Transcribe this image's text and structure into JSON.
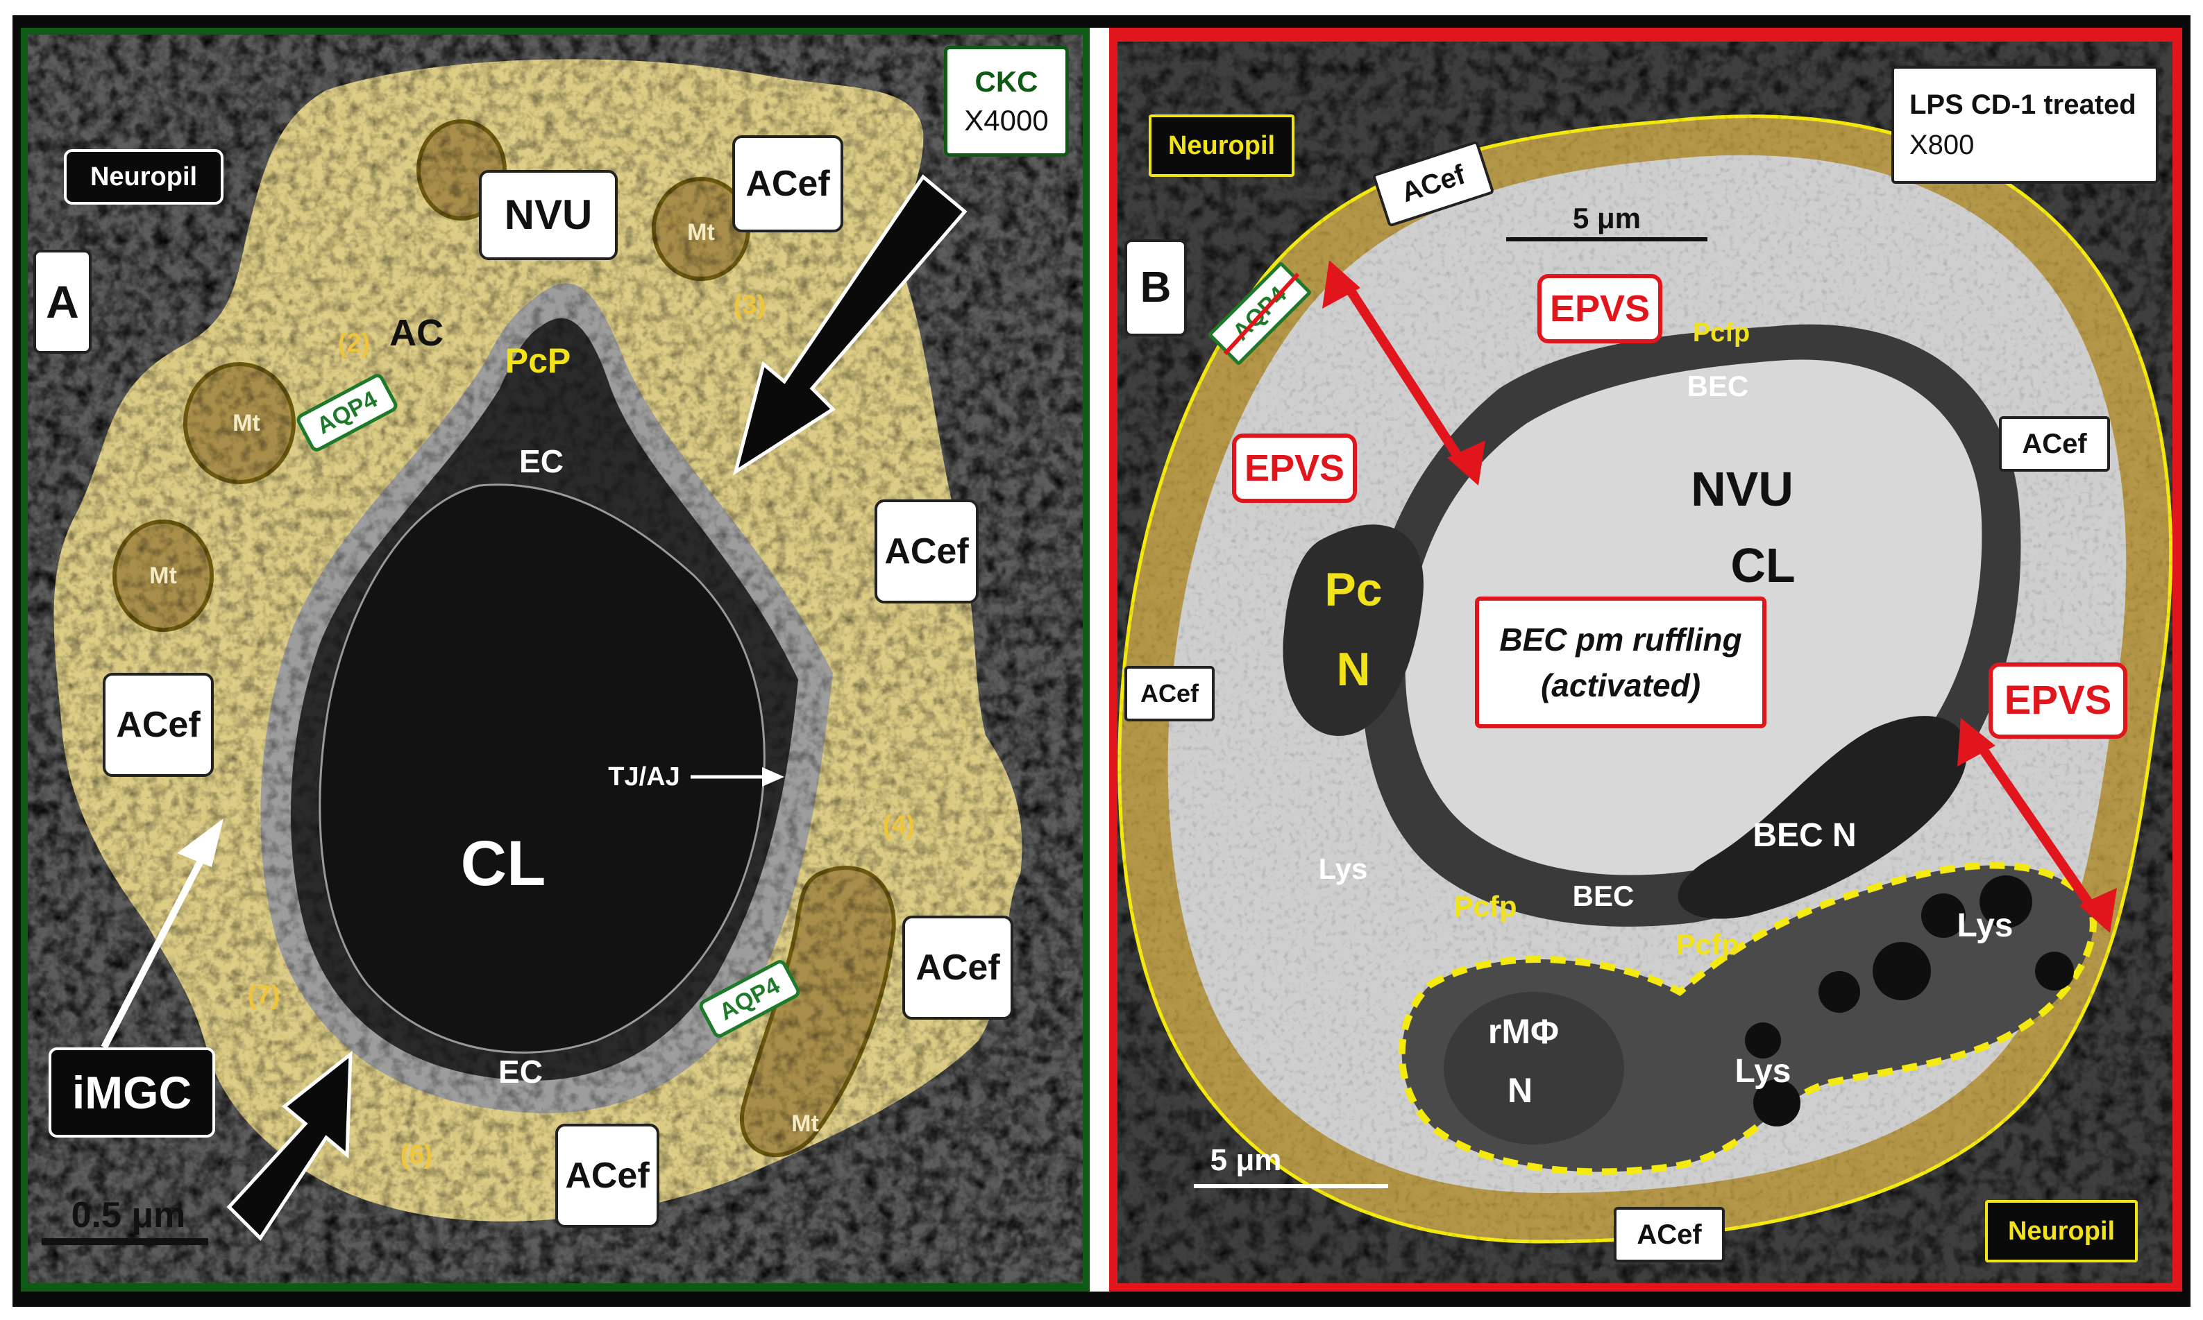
{
  "panel_a": {
    "letter": "A",
    "source": "CKC",
    "magnification": "X4000",
    "neuropil": "Neuropil",
    "nvu": "NVU",
    "acef": "ACef",
    "ac": "AC",
    "pcp": "PcP",
    "ec": "EC",
    "cl": "CL",
    "tj_aj": "TJ/AJ",
    "aqp4": "AQP4",
    "imgc": "iMGC",
    "mt": "Mt",
    "numbers": [
      "(2)",
      "(3)",
      "(4)",
      "(6)",
      "(7)"
    ],
    "scale_bar": "0.5 μm"
  },
  "panel_b": {
    "letter": "B",
    "treatment": "LPS CD-1 treated",
    "magnification": "X800",
    "neuropil": "Neuropil",
    "acef": "ACef",
    "aqp4": "AQP4",
    "scale_top": "5 μm",
    "scale_bottom": "5 μm",
    "epvs": "EPVS",
    "pcfp": "Pcfp",
    "bec": "BEC",
    "nvu": "NVU",
    "cl": "CL",
    "pc": "Pc",
    "n": "N",
    "ruffling_line1": "BEC pm ruffling",
    "ruffling_line2": "(activated)",
    "bec_n": "BEC N",
    "lys": "Lys",
    "rmphi": "rMΦ"
  },
  "colors": {
    "panel_a_border": "#0d5a14",
    "panel_b_border": "#e0161c",
    "astrocyte_fill": "#e8d78a",
    "epvs_fill": "#c9c9c9",
    "arrow_red": "#e0161c",
    "outline_yellow": "#f5ea10"
  }
}
